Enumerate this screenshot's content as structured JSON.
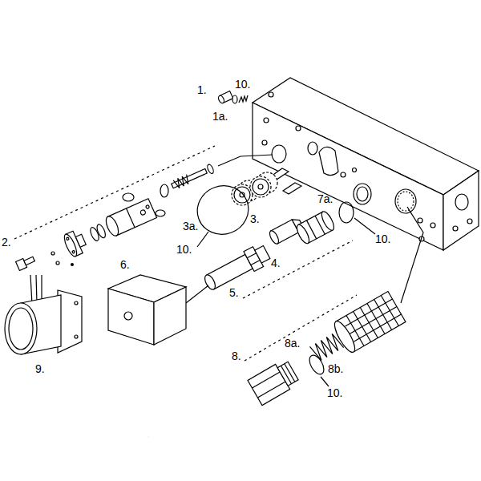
{
  "diagram": {
    "labels": [
      "1.",
      "10.",
      "1a.",
      "2.",
      "3a.",
      "3.",
      "10.",
      "4.",
      "7a.",
      "10.",
      "5.",
      "6.",
      "8.",
      "8a.",
      "8b.",
      "10.",
      "9."
    ]
  }
}
